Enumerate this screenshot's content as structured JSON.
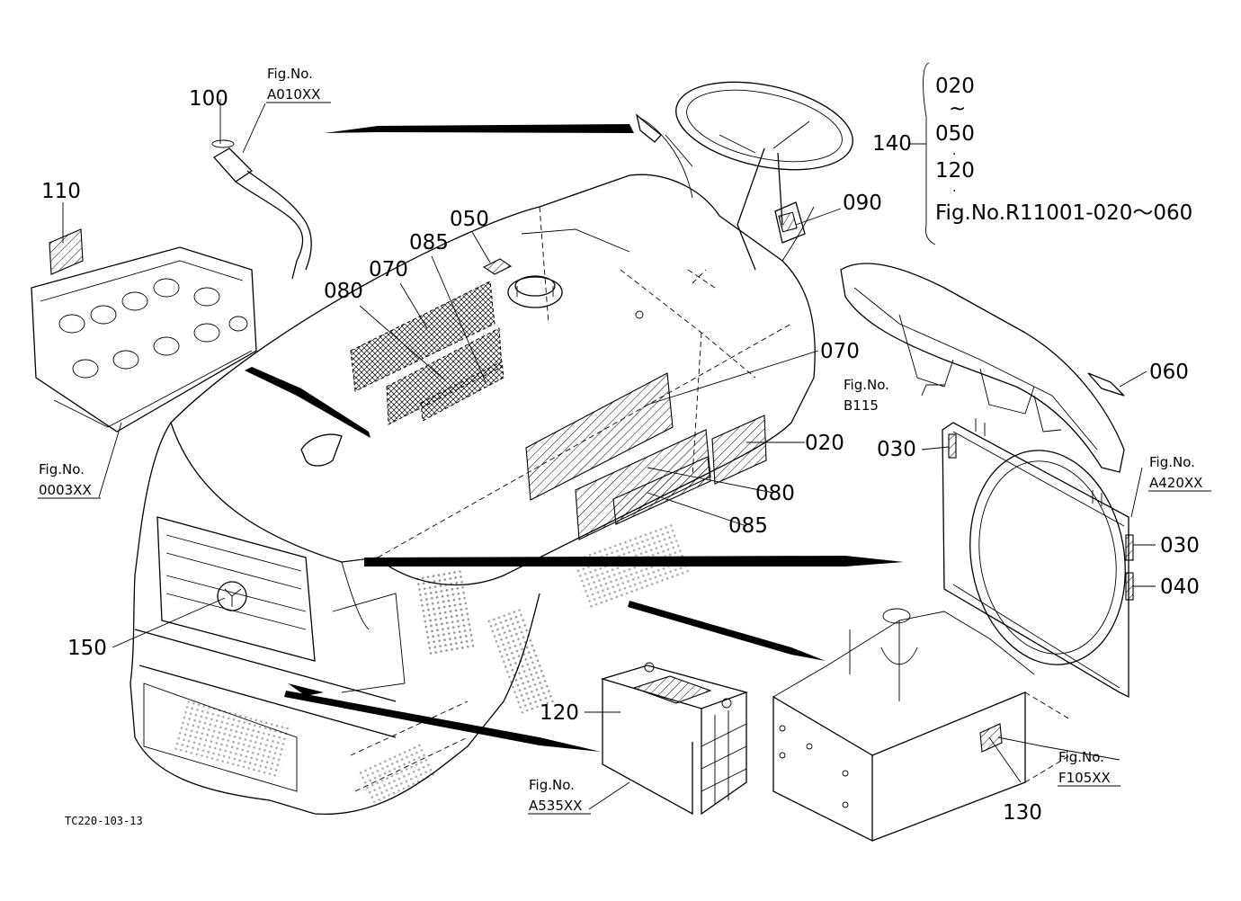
{
  "drawing_code": "TC220-103-13",
  "callouts": {
    "c020": "020",
    "c030": "030",
    "c040": "040",
    "c050": "050",
    "c060": "060",
    "c070": "070",
    "c080": "080",
    "c085": "085",
    "c090": "090",
    "c100": "100",
    "c110": "110",
    "c120": "120",
    "c130": "130",
    "c140": "140",
    "c150": "150"
  },
  "bracket_group": {
    "item_a": "020",
    "tilde": "~",
    "item_b": "050",
    "item_c": "120",
    "reference": "Fig.No.R11001-020～060"
  },
  "fig_refs": {
    "fig_label": "Fig.No.",
    "a010": "A010XX",
    "b115": "B115",
    "a420": "A420XX",
    "f105": "F105XX",
    "a535": "A535XX",
    "f0003": "0003XX"
  }
}
